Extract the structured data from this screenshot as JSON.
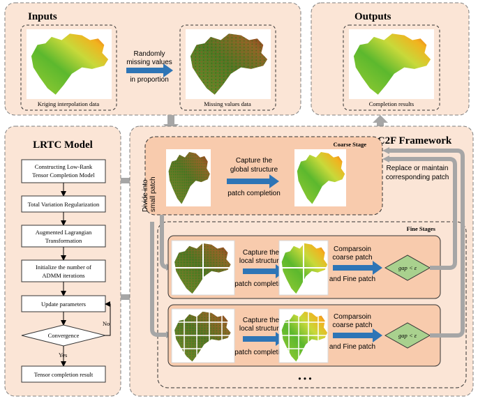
{
  "inputs": {
    "title": "Inputs",
    "caption_left": "Kriging interpolation data",
    "caption_right": "Missing values data",
    "arrow_label_line1": "Randomly",
    "arrow_label_line2": "missing values",
    "arrow_label_line3": "in proportion"
  },
  "outputs": {
    "title": "Outputs",
    "caption": "Completion results"
  },
  "lrtc": {
    "title": "LRTC Model",
    "step1_line1": "Constructing Low-Rank",
    "step1_line2": "Tensor Completion Model",
    "step2": "Total Variation Regularization",
    "step3_line1": "Augmented Lagrangian",
    "step3_line2": "Transformation",
    "step4_line1": "Initialize the number of",
    "step4_line2": "ADMM iterations",
    "step5": "Update parameters",
    "decision": "Convergence",
    "no_label": "No",
    "yes_label": "Yes",
    "result": "Tensor completion result"
  },
  "c2f": {
    "title": "C2F Framework",
    "divide_label_line1": "Divide into",
    "divide_label_line2": "small patch",
    "replace_label_line1": "Replace or maintain",
    "replace_label_line2": "corresponding patch",
    "ellipsis": "• • •"
  },
  "coarse": {
    "title": "Coarse Stage",
    "label_line1": "Capture the",
    "label_line2": "global structure",
    "label_line3": "patch completion"
  },
  "fine": {
    "title": "Fine Stages",
    "capture_line1": "Capture the",
    "capture_line2": "local structure",
    "capture_line3": "patch completion",
    "compare_line1": "Comparsoin",
    "compare_line2": "coarse patch",
    "compare_line3": "and Fine patch",
    "gap_label": "gap < ε"
  },
  "colors": {
    "panel_fill": "#fbe5d6",
    "panel_stroke": "#7f7f7f",
    "stage_fill": "#f8cbad",
    "blue_arrow": "#2e75b6",
    "diamond_fill": "#a9d18e",
    "gray_arrow": "#a6a6a6"
  }
}
